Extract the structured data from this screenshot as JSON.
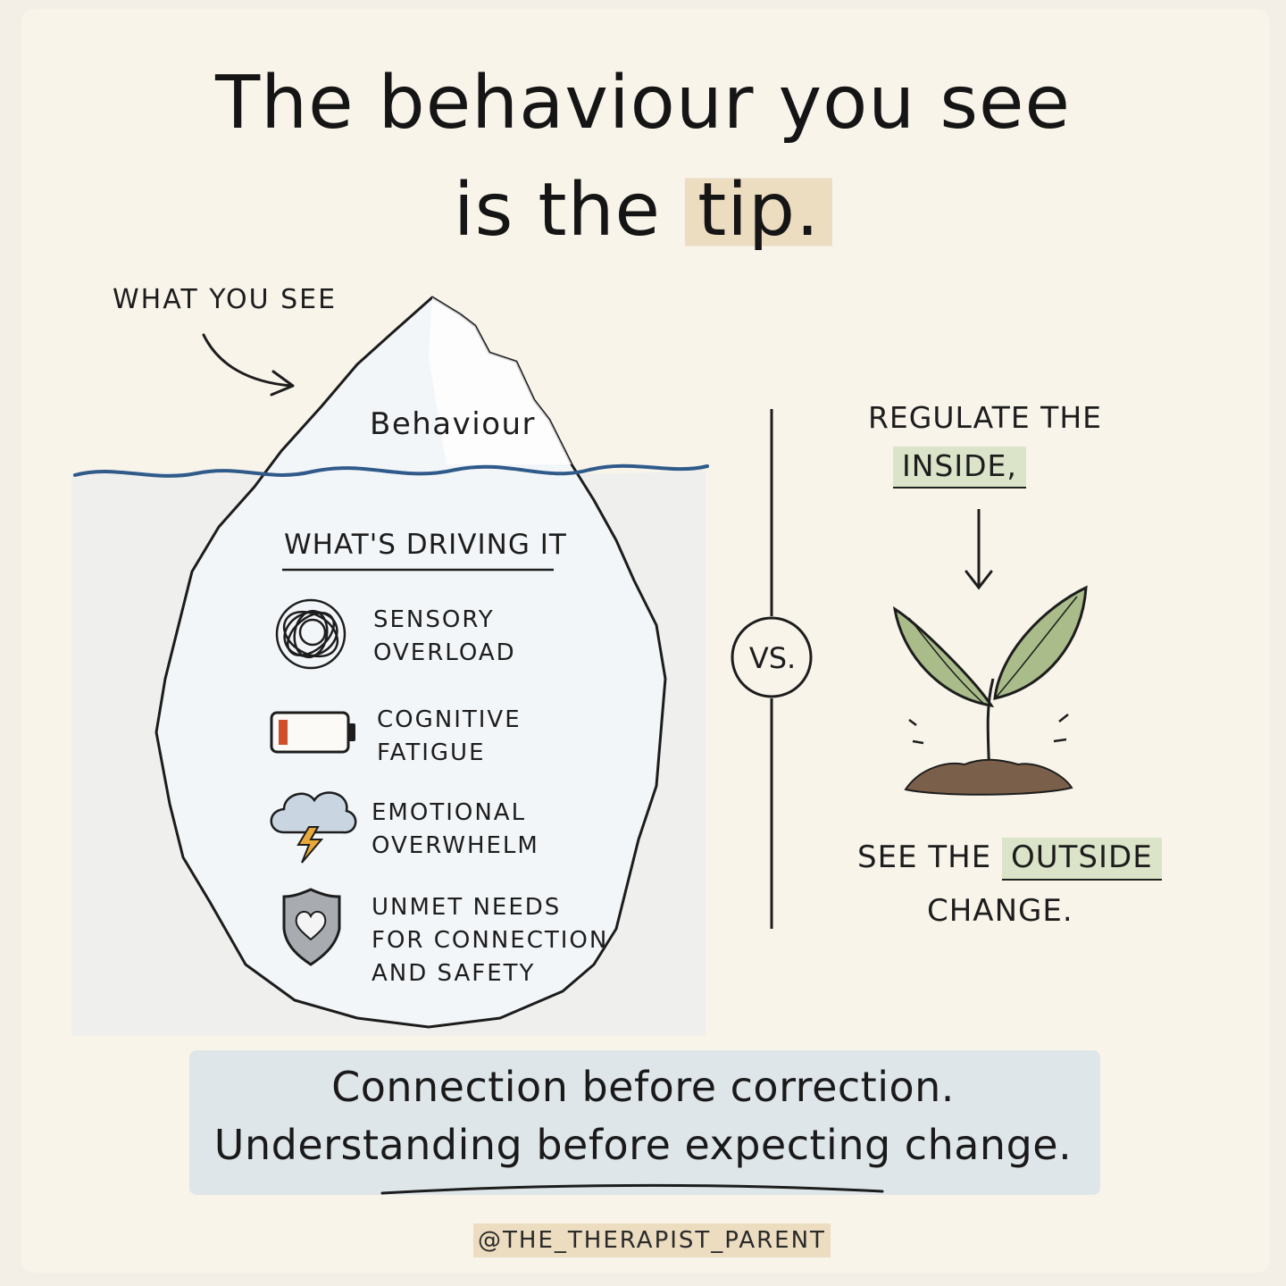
{
  "title": {
    "line1": "The behaviour you see",
    "line2_prefix": "is the ",
    "line2_highlight": "tip."
  },
  "iceberg": {
    "above_label": "WHAT YOU SEE",
    "tip_label": "Behaviour",
    "below_heading": "WHAT'S DRIVING IT",
    "drivers": [
      {
        "icon": "scribble-ball-icon",
        "line1": "SENSORY",
        "line2": "OVERLOAD"
      },
      {
        "icon": "low-battery-icon",
        "line1": "COGNITIVE",
        "line2": "FATIGUE"
      },
      {
        "icon": "storm-cloud-icon",
        "line1": "EMOTIONAL",
        "line2": "OVERWHELM"
      },
      {
        "icon": "heart-shield-icon",
        "line1": "UNMET NEEDS",
        "line2": "FOR CONNECTION",
        "line3": "AND SAFETY"
      }
    ]
  },
  "divider": {
    "vs": "VS."
  },
  "right": {
    "regulate_line1": "REGULATE THE",
    "regulate_highlight": "INSIDE,",
    "see_prefix": "SEE THE ",
    "see_highlight": "OUTSIDE",
    "see_line2": "CHANGE."
  },
  "footer": {
    "quote_line1": "Connection before correction.",
    "quote_line2": "Understanding before expecting change.",
    "handle": "@THE_THERAPIST_PARENT"
  },
  "colors": {
    "background": "#f8f4ea",
    "water": "#2f5a8a",
    "tip_highlight": "#ecdcc0",
    "green_highlight": "#dbe3c8",
    "quote_band": "#dbe4ea",
    "battery_red": "#d0502e",
    "bolt": "#e9a93a",
    "leaf": "#a9bc8a"
  }
}
